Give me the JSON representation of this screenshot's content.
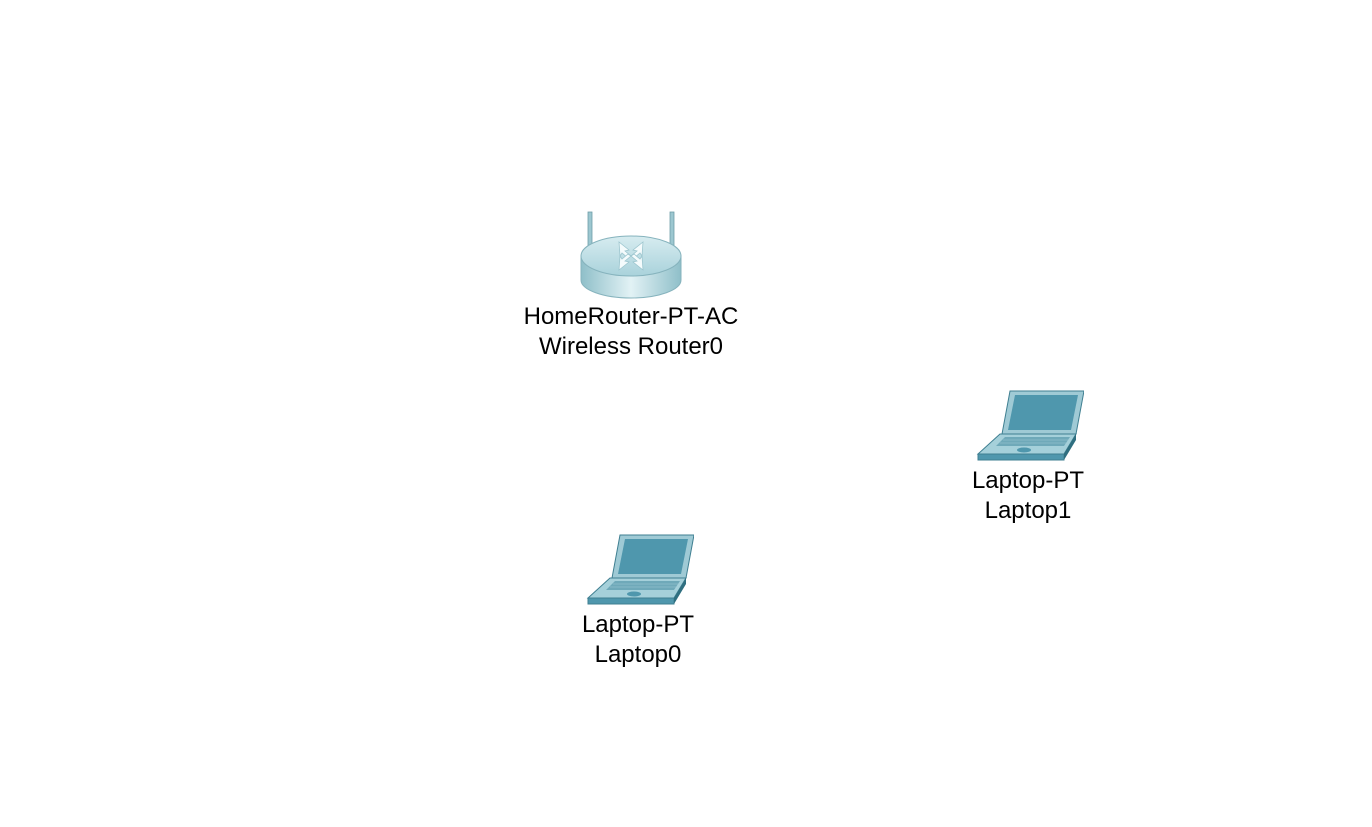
{
  "devices": [
    {
      "id": "router",
      "model": "HomeRouter-PT-AC",
      "name": "Wireless Router0",
      "icon": "wireless-router-icon"
    },
    {
      "id": "laptop1",
      "model": "Laptop-PT",
      "name": "Laptop1",
      "icon": "laptop-icon"
    },
    {
      "id": "laptop0",
      "model": "Laptop-PT",
      "name": "Laptop0",
      "icon": "laptop-icon"
    }
  ],
  "colors": {
    "router_body": "#b9dde4",
    "laptop_screen": "#4f97ad",
    "laptop_body": "#6fb0c1",
    "background": "#ffffff"
  }
}
